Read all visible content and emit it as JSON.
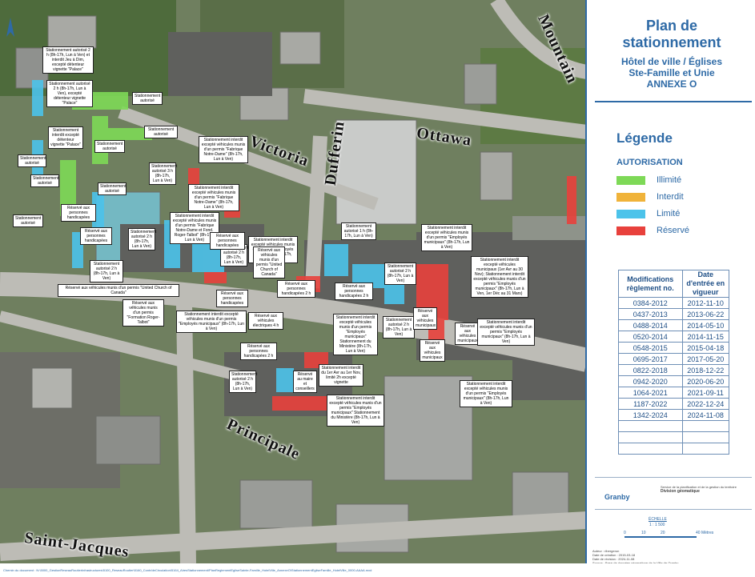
{
  "panel": {
    "title_line1": "Plan de",
    "title_line2": "stationnement",
    "subtitle_line1": "Hôtel de ville / Églises",
    "subtitle_line2": "Ste-Famille et Unie",
    "subtitle_line3": "ANNEXE O",
    "legend_title": "Légende",
    "legend_sub": "AUTORISATION",
    "legend": [
      {
        "label": "Illimité",
        "color": "#7ed957"
      },
      {
        "label": "Interdit",
        "color": "#f0b33a"
      },
      {
        "label": "Limité",
        "color": "#4cc3ea"
      },
      {
        "label": "Réservé",
        "color": "#e8413c"
      }
    ],
    "table_head": [
      "Modifications règlement no.",
      "Date d'entrée en vigueur"
    ],
    "table_rows": [
      [
        "0384-2012",
        "2012-11-10"
      ],
      [
        "0437-2013",
        "2013-06-22"
      ],
      [
        "0488-2014",
        "2014-05-10"
      ],
      [
        "0520-2014",
        "2014-11-15"
      ],
      [
        "0548-2015",
        "2015-04-18"
      ],
      [
        "0695-2017",
        "2017-05-20"
      ],
      [
        "0822-2018",
        "2018-12-22"
      ],
      [
        "0942-2020",
        "2020-06-20"
      ],
      [
        "1064-2021",
        "2021-09-11"
      ],
      [
        "1187-2022",
        "2022-12-24"
      ],
      [
        "1342-2024",
        "2024-11-08"
      ],
      [
        "",
        ""
      ],
      [
        "",
        ""
      ],
      [
        "",
        ""
      ]
    ],
    "org_line1": "Service de la planification et de la gestion du territoire",
    "org_line2": "Division géomatique",
    "logo": "Granby",
    "scale_title": "ÉCHELLE",
    "scale_ratio": "1 : 1 500",
    "scale_ticks": [
      "0",
      "10",
      "20",
      "40 Mètres"
    ],
    "author_line1": "Auteur : rlbergeron",
    "author_line2": "Date de création : 2015-03-18",
    "author_line3": "Date de révision : 2024-11-08",
    "author_line4": "Source : Base de données géomatique de la Ville de Granby"
  },
  "streets": {
    "mountain": "Mountain",
    "ottawa": "Ottawa",
    "victoria": "Victoria",
    "dufferin": "Dufferin",
    "principale": "Principale",
    "saint_jacques": "Saint-Jacques"
  },
  "footer": "Chemin du document : N:\\5000_GestionReseauRoutierInfrastructures\\5100_ReseauRoutier\\5160_ContrôleCirculation\\5164_AiresStationnement\\PlanReglementEgliseSainte-Famille_HotelVille_AnnexeO\\StationnementEgliseFamille_HotelVille_0000-AAAA.mxd",
  "labels": {
    "l1": "Stationnement autorisé 2 h (8h-17h, Lun à Ven) et interdit Jeu à Dim, excepté détenteur vignette \"Palace\"",
    "l2": "Stationnement autorisé 2 h (8h-17h, Lun à Ven), excepté détenteur vignette \"Palace\"",
    "l3": "Stationnement autorisé",
    "l4": "Stationnement autorisé",
    "l5": "Stationnement interdit excepté détenteur vignette \"Palace\"",
    "l6": "Stationnement autorisé",
    "l7": "Stationnement autorisé",
    "l8": "Stationnement autorisé",
    "l9": "Stationnement autorisé 3 h (8h-17h, Lun à Ven)",
    "l10": "Stationnement autorisé",
    "l11": "Réservé aux personnes handicapées",
    "l12": "Stationnement autorisé",
    "l13": "Réservé aux personnes handicapées",
    "l14": "Stationnement autorisé 2 h (8h-17h, Lun à Ven)",
    "l15": "Stationnement autorisé 2 h (8h-17h, Lun à Ven)",
    "l16": "Réservé aux véhicules munis d'un permis \"United Church of Canada\"",
    "l17": "Réservé aux véhicules munis d'un permis \"Formation Roger-Talbot\"",
    "l18": "Stationnement interdit excepté véhicules munis d'un permis \"Fabrique Notre-Dame\" (8h-17h, Lun à Ven)",
    "l19": "Stationnement interdit excepté véhicules munis d'un permis \"Fabrique Notre-Dame\" (8h-17h, Lun à Ven)",
    "l20": "Stationnement interdit excepté véhicules munis d'un permis \"Fabrique Notre-Dame et Fond. Roger-Talbot\" (8h-17h, Lun à Ven)",
    "l21": "Stationnement autorisé 2 h (8h-17h, Lun à Ven)",
    "l22": "Réservé aux personnes handicapées",
    "l23": "Stationnement interdit excepté véhicules munis d'un permis \"Employés municipaux\" (8h-17h, Lun à Ven)",
    "l24": "Réservé aux véhicules munis d'un permis \"United Church of Canada\"",
    "l25": "Réservé aux personnes handicapées",
    "l26": "Stationnement interdit excepté véhicules munis d'un permis \"Employés municipaux\" (8h-17h, Lun à Ven)",
    "l27": "Stationnement autorisé 1 h (8h-17h, Lun à Ven)",
    "l28": "Stationnement interdit excepté véhicules munis d'un permis \"Employés municipaux\" (8h-17h, Lun à Ven)",
    "l29": "Stationnement interdit excepté véhicules municipaux (1er Avr au 30 Nov); Stationnement interdit excepté véhicules munis d'un permis \"Employés municipaux\" (8h-17h, Lun à Ven, 1er Déc au 31 Mars)",
    "l30": "Stationnement autorisé 2 h (8h-17h, Lun à Ven)",
    "l31": "Réservé aux personnes handicapées 2 h",
    "l32": "Réservé aux personnes handicapées 2 h",
    "l33": "Réservé aux véhicules électriques 4 h",
    "l34": "Stationnement interdit excepté véhicules munis d'un permis \"Employés municipaux\" Stationnement du Ministère (8h-17h, Lun à Ven)",
    "l35": "Stationnement autorisé 2 h (8h-17h, Lun à Ven)",
    "l36": "Réservé aux véhicules municipaux",
    "l37": "Réservé aux véhicules municipaux",
    "l38": "Réservé aux véhicules municipaux",
    "l39": "Stationnement interdit excepté véhicules munis d'un permis \"Employés municipaux\" (8h-17h, Lun à Ven)",
    "l40": "Stationnement interdit excepté véhicules munis d'un permis \"Employés municipaux\" (8h-17h, Lun à Ven)",
    "l41": "Réservé aux personnes handicapées 2 h",
    "l42": "Stationnement autorisé 2 h (8h-17h, Lun à Ven)",
    "l43": "Réservé au maire et conseillers",
    "l44": "Stationnement interdit du 1er Avr au 1er Nov, limité 2h excepté vignette",
    "l45": "Stationnement interdit excepté véhicules munis d'un permis \"Employés municipaux\" Stationnement du Ministère (8h-17h, Lun à Ven)"
  }
}
